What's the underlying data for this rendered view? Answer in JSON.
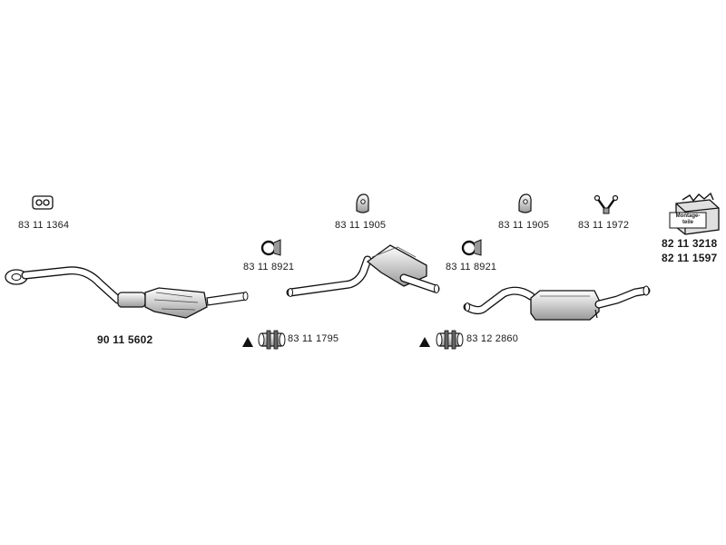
{
  "parts": {
    "flange_gasket": "83 11 1364",
    "front_pipe_catalyst": "90 11 5602",
    "clamp_1": "83 11 8921",
    "connector_1": "83 11 1795",
    "rubber_hanger_mid": "83 11 1905",
    "clamp_2": "83 11 8921",
    "connector_2": "83 12 2860",
    "rubber_hanger_rear": "83 11 1905",
    "rear_hanger": "83 11 1972",
    "mounting_kit_1": "82 11 3218",
    "mounting_kit_2": "82 11 1597",
    "mounting_kit_box_label": "Montage-teile"
  }
}
